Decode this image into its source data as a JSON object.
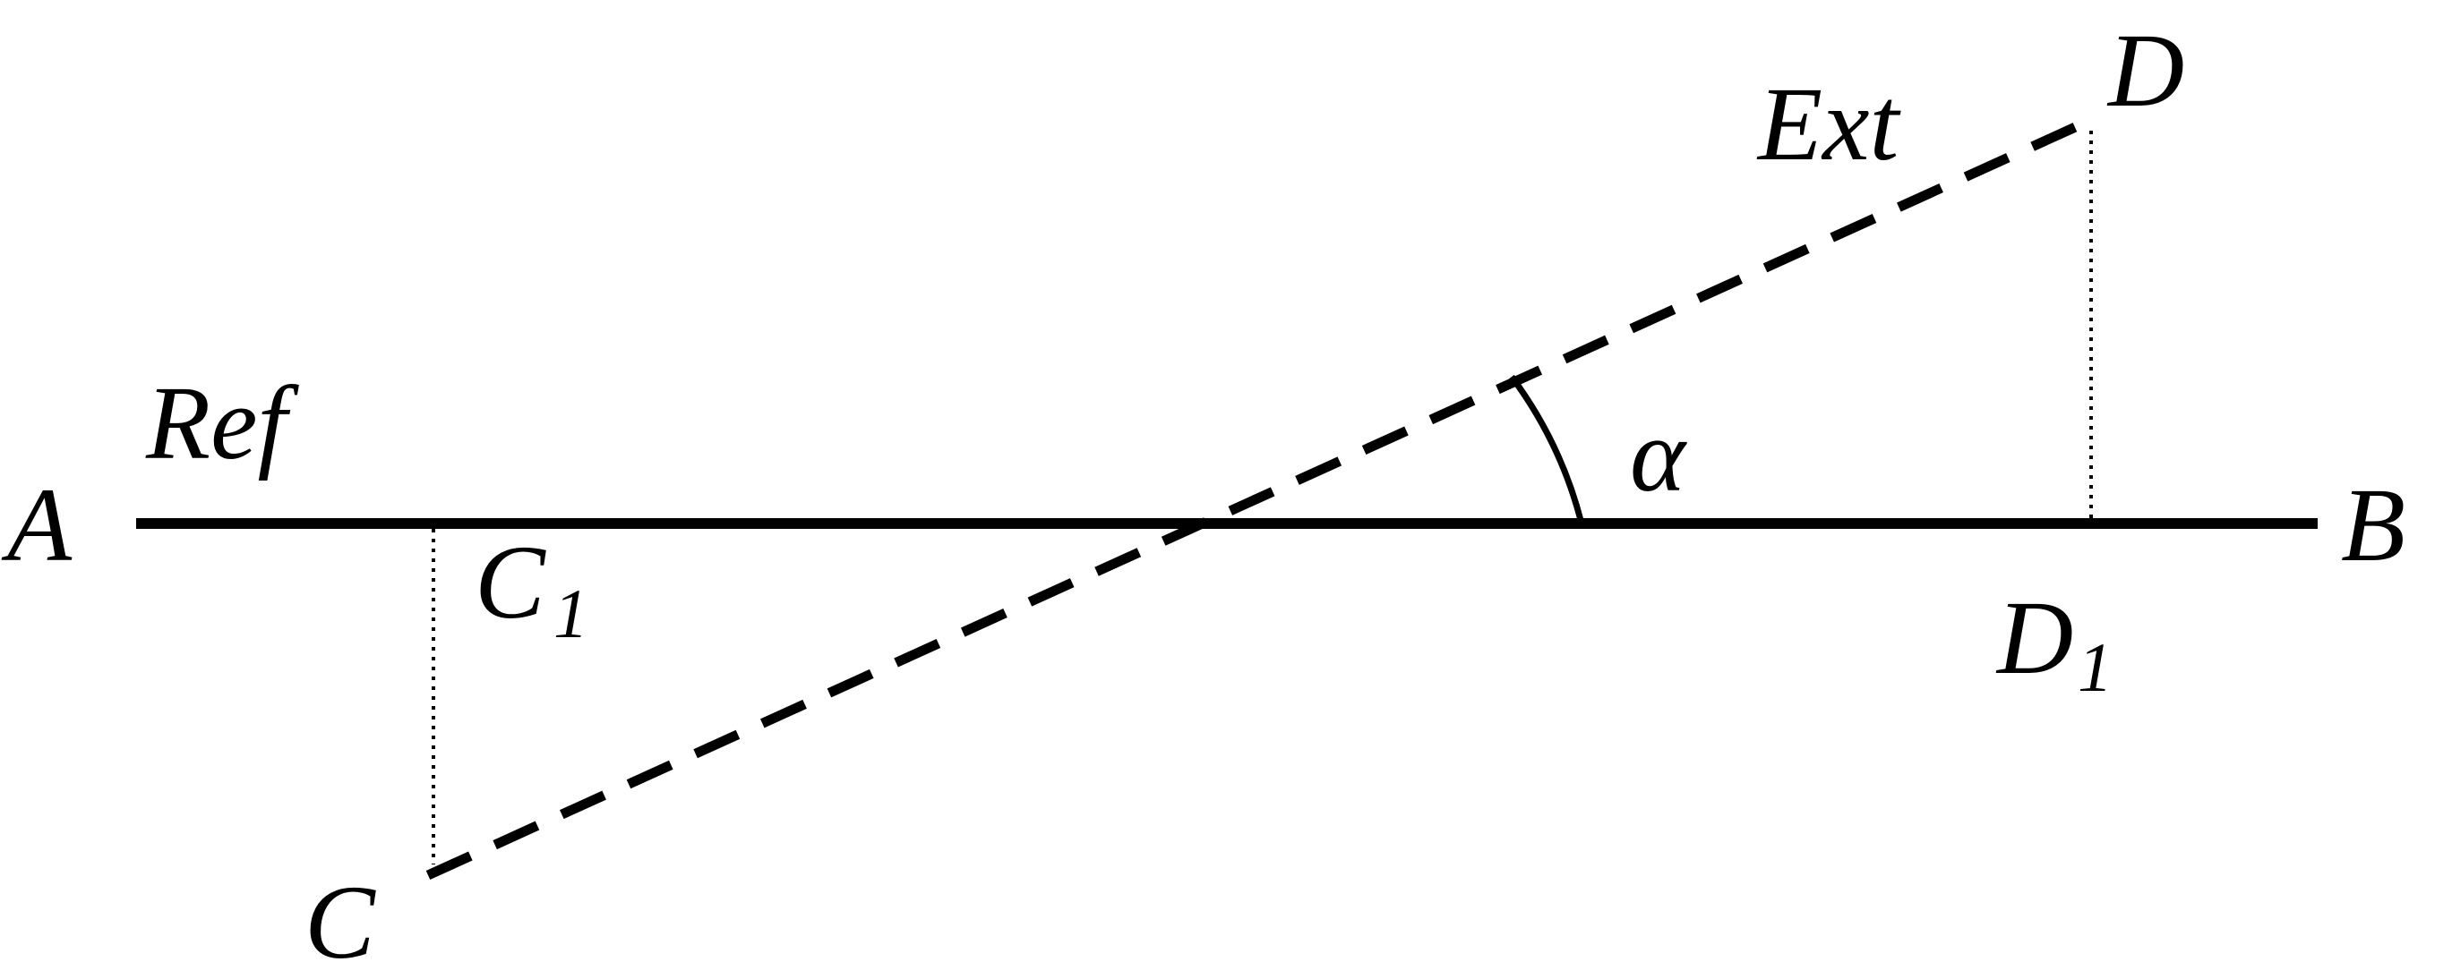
{
  "diagram": {
    "labels": {
      "ref": "Ref",
      "ext": "Ext",
      "alpha": "α",
      "point_a": "A",
      "point_b": "B",
      "point_c": "C",
      "point_d": "D",
      "point_c1_main": "C",
      "point_c1_sub": "1",
      "point_d1_main": "D",
      "point_d1_sub": "1"
    },
    "colors": {
      "stroke": "#000000",
      "background": "#ffffff"
    }
  }
}
